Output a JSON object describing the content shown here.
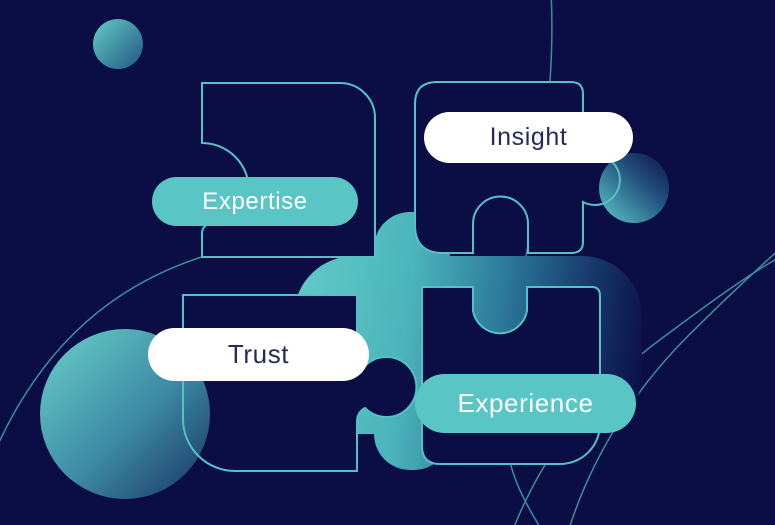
{
  "illustration": {
    "labels": [
      {
        "id": "expertise",
        "text": "Expertise",
        "style": "teal"
      },
      {
        "id": "insight",
        "text": "Insight",
        "style": "white"
      },
      {
        "id": "trust",
        "text": "Trust",
        "style": "white"
      },
      {
        "id": "experience",
        "text": "Experience",
        "style": "teal"
      }
    ],
    "palette": {
      "background": "#0b0e44",
      "puzzle_outline": "#55c1c6",
      "pill_teal": "#59c6c5",
      "pill_white": "#ffffff",
      "pill_text_dark": "#262a5c",
      "pill_text_light": "#ffffff",
      "gradient_bright_teal": "#5fcbc7",
      "gradient_deep_blue": "#1c3d6e",
      "thin_curve_line": "#4aa2ab"
    }
  }
}
